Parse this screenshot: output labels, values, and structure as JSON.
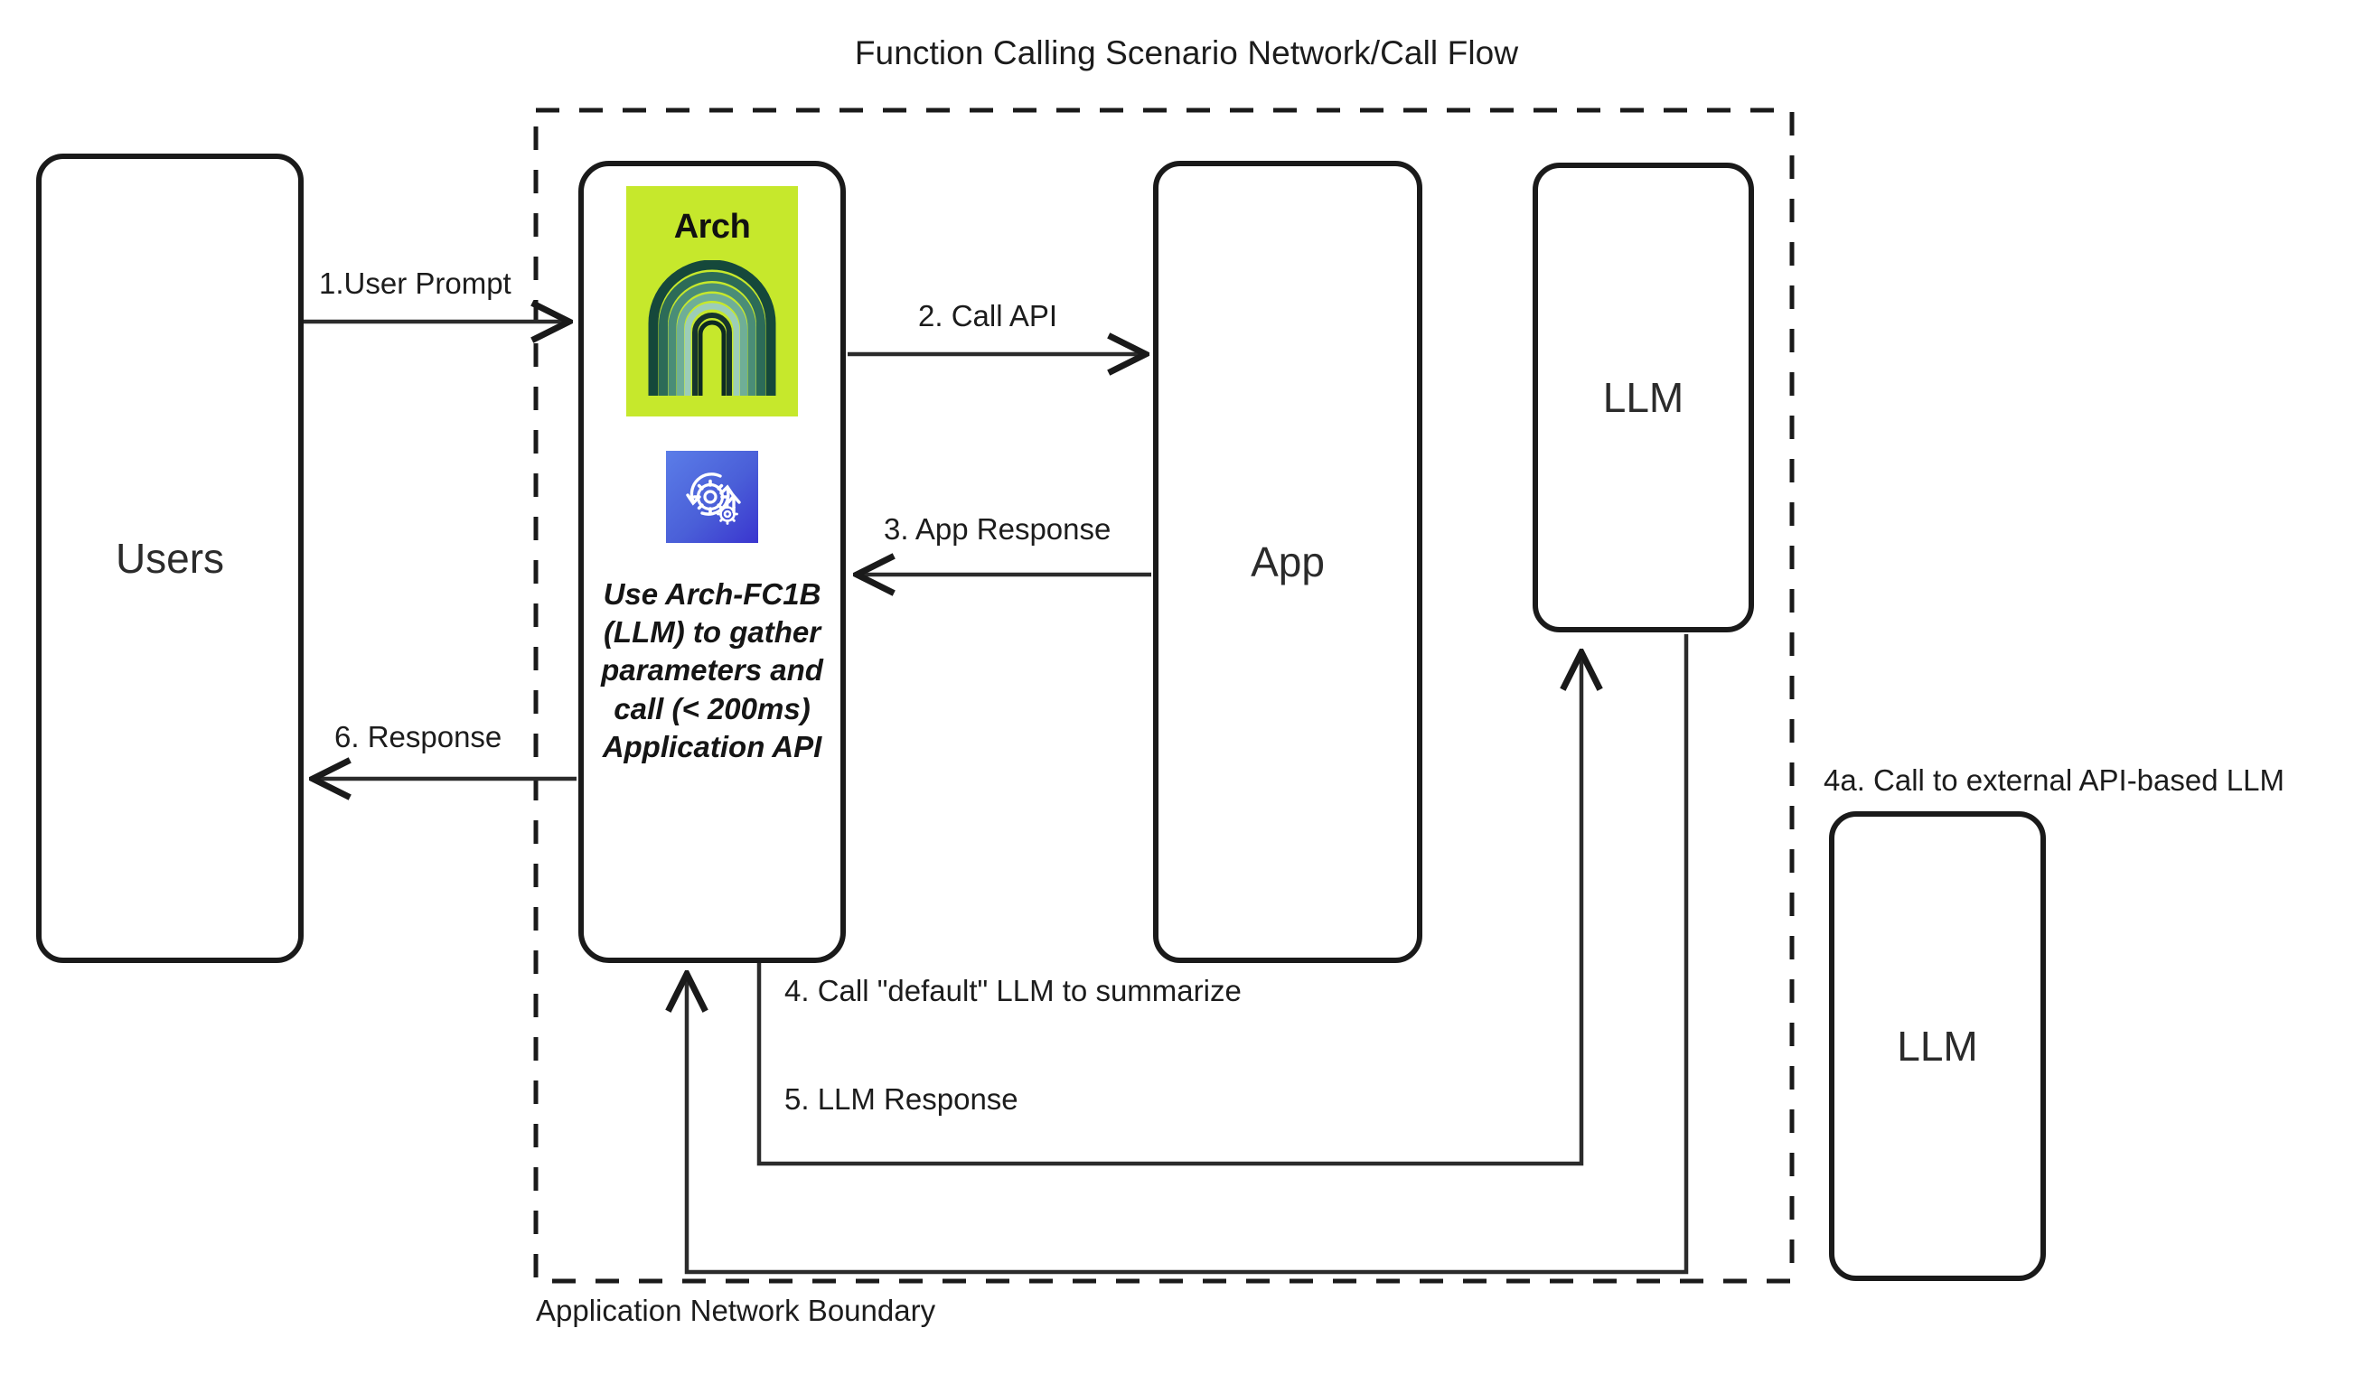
{
  "diagram": {
    "title": "Function Calling Scenario Network/Call Flow",
    "boundary_label": "Application Network Boundary",
    "external_note": "4a. Call to external API-based LLM"
  },
  "colors": {
    "stroke": "#1a1a1a",
    "background": "#ffffff",
    "arch_brand_green": "#c6e82c",
    "arch_mark_dark": "#10352c",
    "arch_mark_mid": "#3f8c76",
    "arch_mark_light": "#a9d8c6",
    "fc_icon_blue_start": "#5b7de8",
    "fc_icon_blue_end": "#3a35cf",
    "text": "#1c1c1c"
  },
  "nodes": {
    "users": {
      "label": "Users"
    },
    "arch": {
      "logo_word": "Arch",
      "logo_icon_name": "arch-logo-icon",
      "fc_icon_name": "function-calling-gears-icon",
      "note": "Use Arch-FC1B (LLM) to gather parameters and call (< 200ms) Application API"
    },
    "app": {
      "label": "App"
    },
    "llm_internal": {
      "label": "LLM"
    },
    "llm_external": {
      "label": "LLM"
    }
  },
  "edges": [
    {
      "id": "e1",
      "label": "1.User Prompt",
      "from": "users",
      "to": "arch"
    },
    {
      "id": "e2",
      "label": "2. Call API",
      "from": "arch",
      "to": "app"
    },
    {
      "id": "e3",
      "label": "3. App Response",
      "from": "app",
      "to": "arch"
    },
    {
      "id": "e4",
      "label": "4. Call \"default\" LLM to summarize",
      "from": "arch",
      "to": "llm_internal"
    },
    {
      "id": "e5",
      "label": "5. LLM Response",
      "from": "llm_internal",
      "to": "arch"
    },
    {
      "id": "e6",
      "label": "6.  Response",
      "from": "arch",
      "to": "users"
    }
  ]
}
